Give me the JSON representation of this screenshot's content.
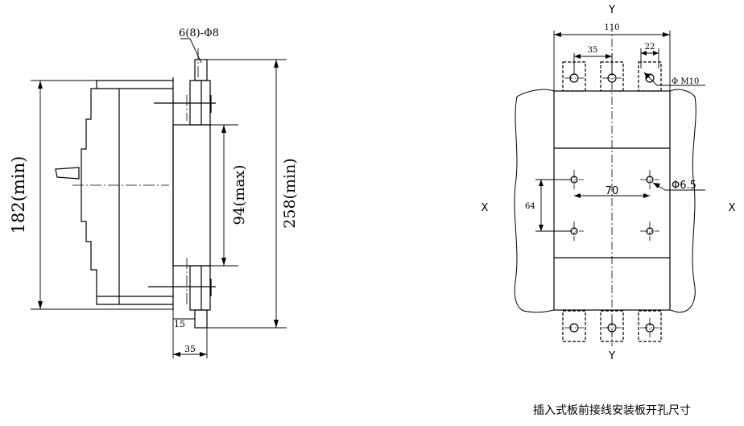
{
  "side_view": {
    "dim_height": "182(min)",
    "dim_center": "94(max)",
    "dim_total": "258(min)",
    "dim_bolt": "6(8)-Φ8",
    "dim_terminal": "15",
    "dim_depth": "35"
  },
  "panel_view": {
    "axis_y_top": "Y",
    "axis_y_bottom": "Y",
    "axis_x_left": "X",
    "axis_x_right": "X",
    "dim_width": "110",
    "dim_pitch": "35",
    "dim_offset": "22",
    "dim_thread": "Φ M10",
    "dim_hole": "Φ6.5",
    "dim_hole_h": "70",
    "dim_hole_v": "64"
  },
  "caption": "插入式板前接线安装板开孔尺寸",
  "colors": {
    "line": "#000000",
    "background": "#ffffff"
  }
}
